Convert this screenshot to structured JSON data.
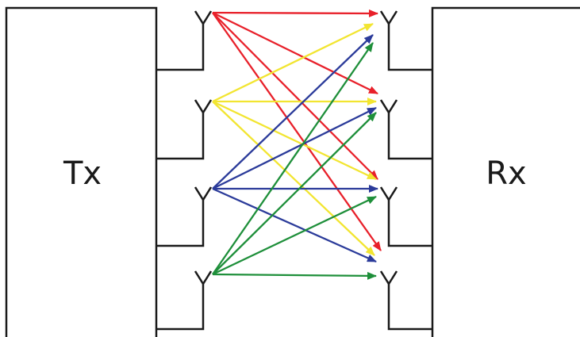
{
  "tx": {
    "label": "Tx"
  },
  "rx": {
    "label": "Rx"
  },
  "link_colors": [
    "#e8202a",
    "#f2e531",
    "#2b3b9a",
    "#1e8f3a"
  ],
  "tx_antenna_count": 4,
  "rx_antenna_count": 4
}
